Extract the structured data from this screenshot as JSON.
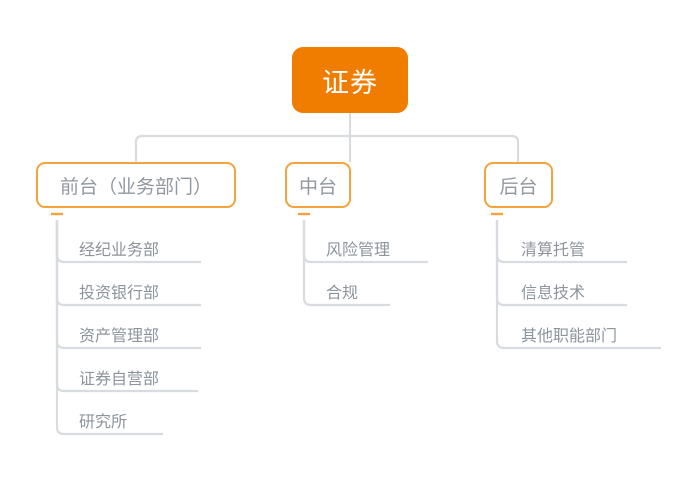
{
  "diagram": {
    "type": "organization-chart",
    "title_node": "证券",
    "colors": {
      "root_fill": "#F07D00",
      "root_text": "#FFFFFF",
      "branch_border": "#F5A33C",
      "branch_fill": "#FFFFFF",
      "branch_text": "#9298A0",
      "leaf_text": "#8D949C",
      "connector": "#D8DCE0",
      "connector_stub": "#F5A33C",
      "background": "#FFFFFF"
    },
    "root": {
      "label": "证券"
    },
    "branches": [
      {
        "label": "前台（业务部门）",
        "children": [
          {
            "label": "经纪业务部"
          },
          {
            "label": "投资银行部"
          },
          {
            "label": "资产管理部"
          },
          {
            "label": "证券自营部"
          },
          {
            "label": "研究所"
          }
        ]
      },
      {
        "label": "中台",
        "children": [
          {
            "label": "风险管理"
          },
          {
            "label": "合规"
          }
        ]
      },
      {
        "label": "后台",
        "children": [
          {
            "label": "清算托管"
          },
          {
            "label": "信息技术"
          },
          {
            "label": "其他职能部门"
          }
        ]
      }
    ]
  }
}
